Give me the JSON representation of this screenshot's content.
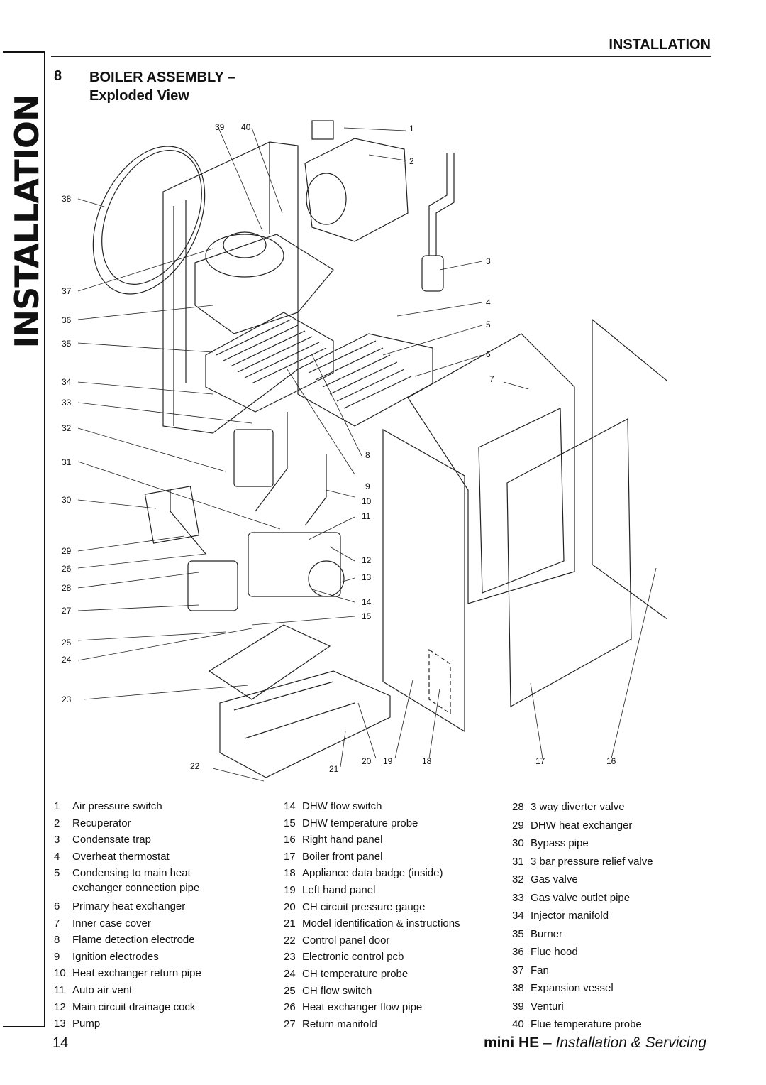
{
  "side_tab": "INSTALLATION",
  "header": {
    "title": "INSTALLATION"
  },
  "section": {
    "number": "8",
    "title_line1": "BOILER ASSEMBLY –",
    "title_line2": "Exploded View"
  },
  "parts": [
    {
      "num": "1",
      "label": "Air pressure switch"
    },
    {
      "num": "2",
      "label": "Recuperator"
    },
    {
      "num": "3",
      "label": "Condensate trap"
    },
    {
      "num": "4",
      "label": "Overheat thermostat"
    },
    {
      "num": "5",
      "label": "Condensing to main heat",
      "label2": "exchanger connection pipe"
    },
    {
      "num": "6",
      "label": "Primary heat exchanger"
    },
    {
      "num": "7",
      "label": "Inner case cover"
    },
    {
      "num": "8",
      "label": "Flame detection electrode"
    },
    {
      "num": "9",
      "label": "Ignition electrodes"
    },
    {
      "num": "10",
      "label": "Heat exchanger return pipe"
    },
    {
      "num": "11",
      "label": "Auto air vent"
    },
    {
      "num": "12",
      "label": "Main circuit drainage cock"
    },
    {
      "num": "13",
      "label": "Pump"
    },
    {
      "num": "14",
      "label": "DHW flow switch"
    },
    {
      "num": "15",
      "label": "DHW temperature probe"
    },
    {
      "num": "16",
      "label": "Right hand panel"
    },
    {
      "num": "17",
      "label": "Boiler front panel"
    },
    {
      "num": "18",
      "label": "Appliance data badge (inside)"
    },
    {
      "num": "19",
      "label": "Left hand panel"
    },
    {
      "num": "20",
      "label": "CH circuit pressure gauge"
    },
    {
      "num": "21",
      "label": "Model identification & instructions"
    },
    {
      "num": "22",
      "label": "Control panel door"
    },
    {
      "num": "23",
      "label": "Electronic control pcb"
    },
    {
      "num": "24",
      "label": "CH temperature probe"
    },
    {
      "num": "25",
      "label": "CH flow switch"
    },
    {
      "num": "26",
      "label": "Heat exchanger flow pipe"
    },
    {
      "num": "27",
      "label": "Return manifold"
    },
    {
      "num": "28",
      "label": "3 way diverter valve"
    },
    {
      "num": "29",
      "label": "DHW heat exchanger"
    },
    {
      "num": "30",
      "label": "Bypass pipe"
    },
    {
      "num": "31",
      "label": "3 bar pressure relief valve"
    },
    {
      "num": "32",
      "label": "Gas valve"
    },
    {
      "num": "33",
      "label": "Gas valve outlet pipe"
    },
    {
      "num": "34",
      "label": "Injector manifold"
    },
    {
      "num": "35",
      "label": "Burner"
    },
    {
      "num": "36",
      "label": "Flue hood"
    },
    {
      "num": "37",
      "label": "Fan"
    },
    {
      "num": "38",
      "label": "Expansion vessel"
    },
    {
      "num": "39",
      "label": "Venturi"
    },
    {
      "num": "40",
      "label": "Flue temperature probe"
    }
  ],
  "footer": {
    "page_number": "14",
    "product": "mini HE",
    "dash": " – ",
    "doc_title": "Installation & Servicing"
  }
}
